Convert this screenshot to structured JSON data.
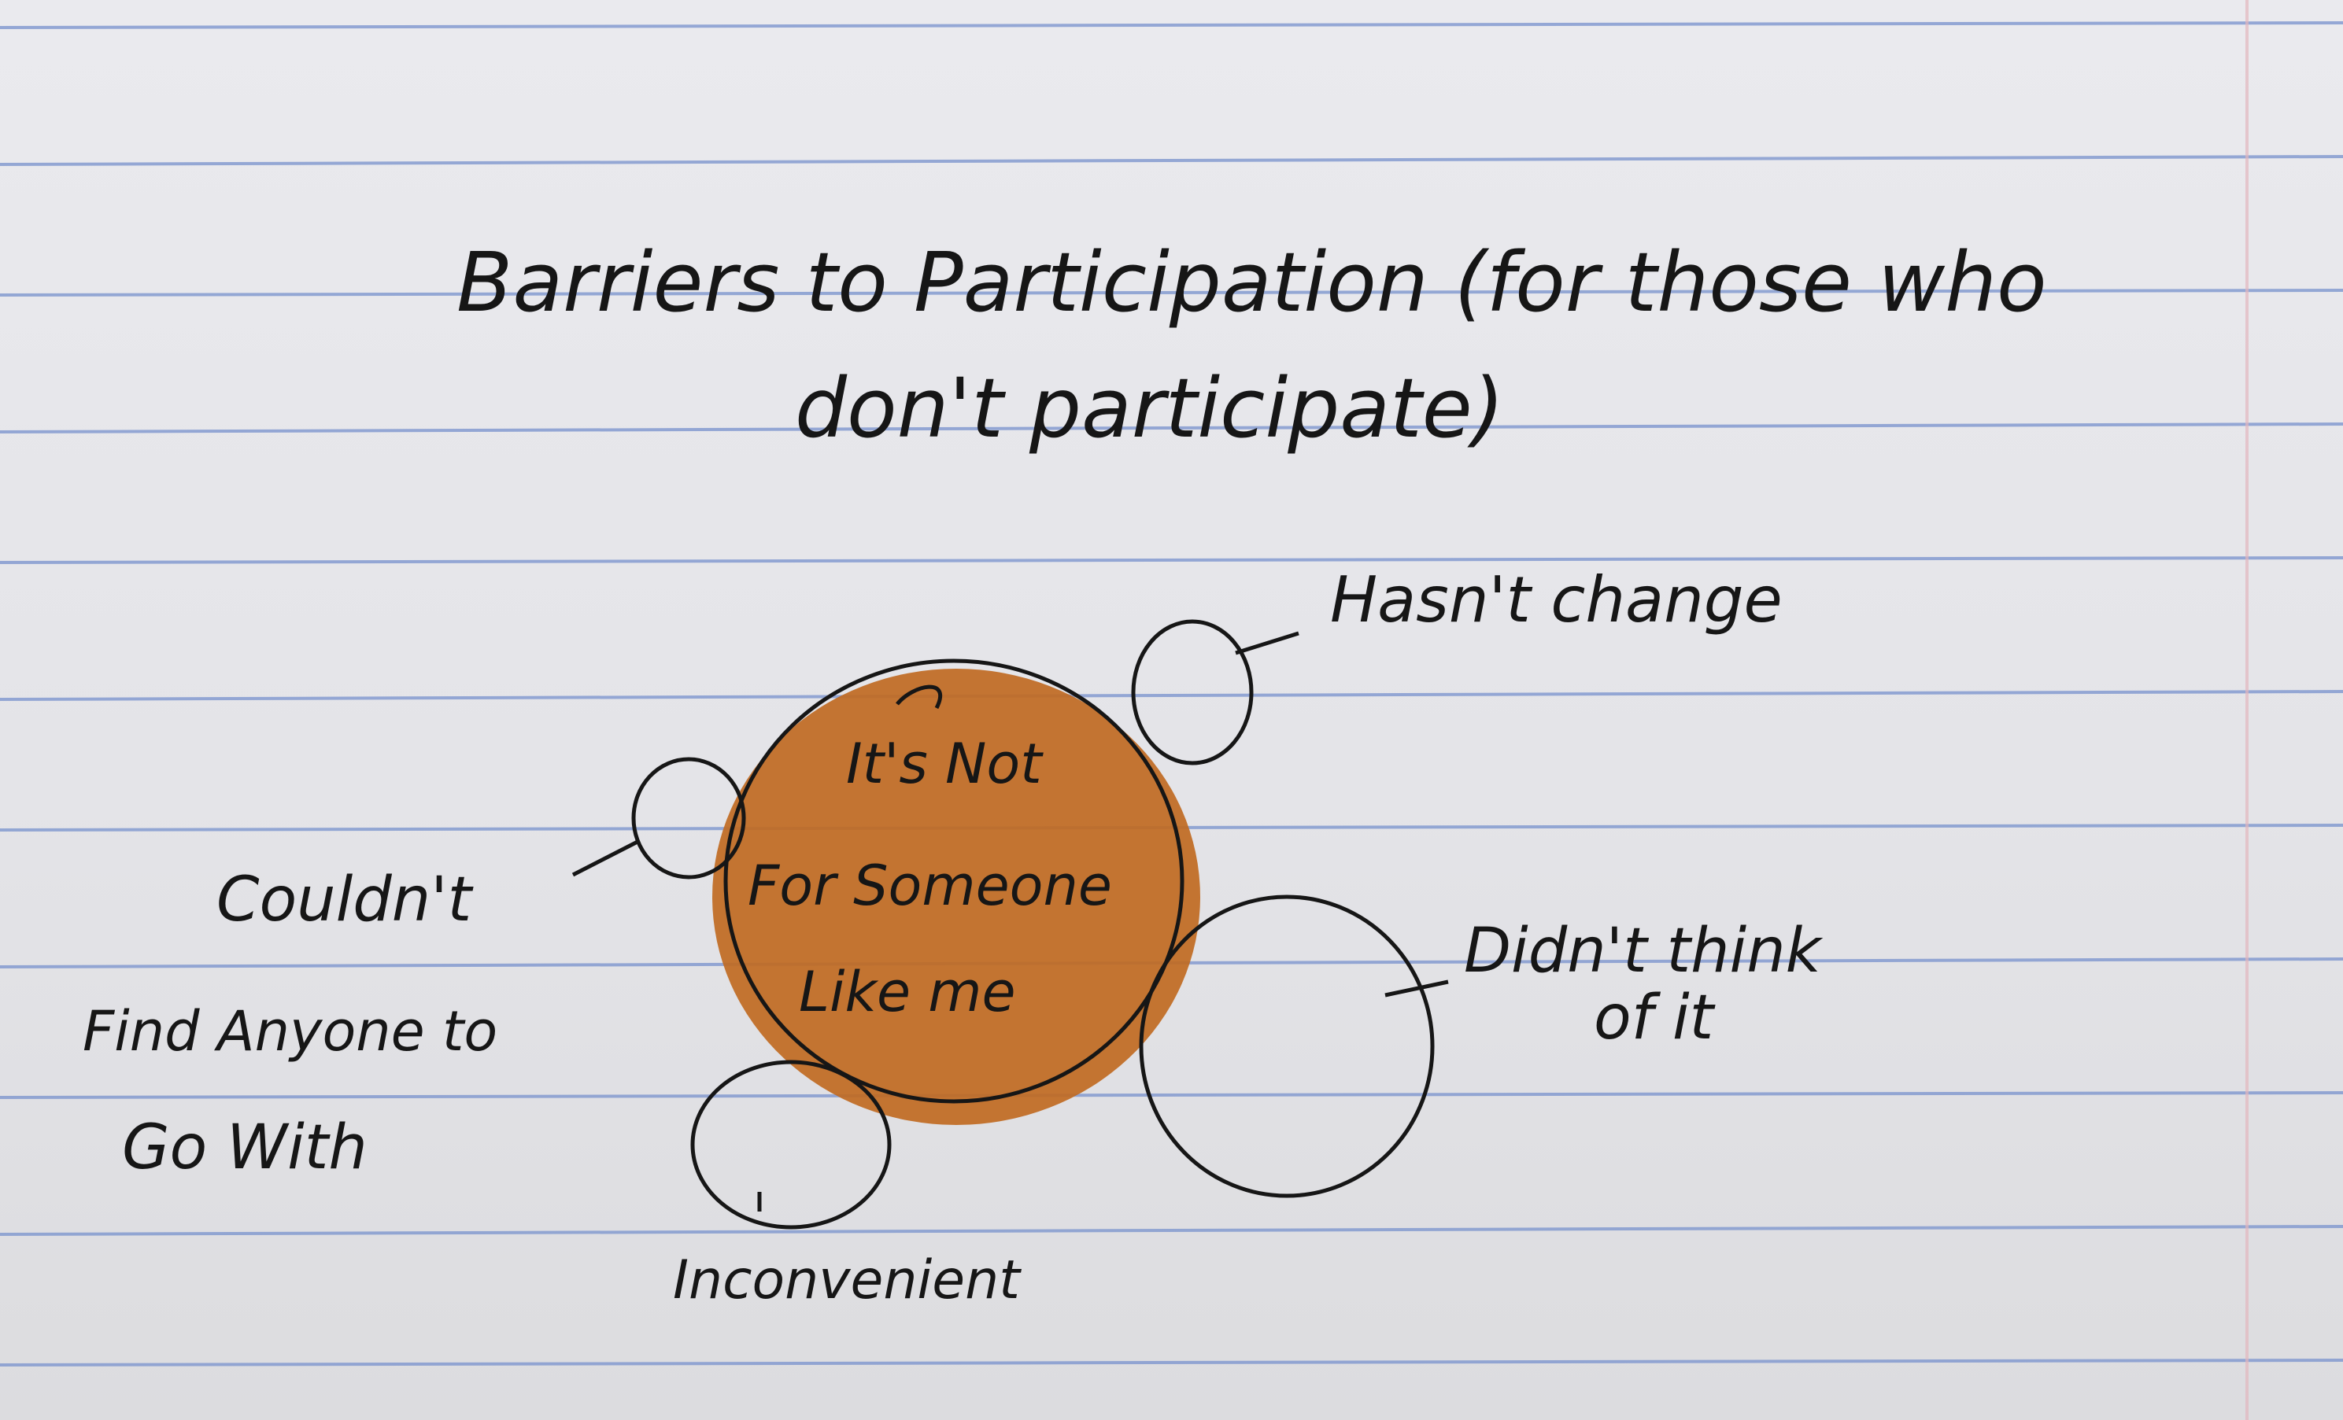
{
  "title": {
    "line1": "Barriers to Participation (for those who",
    "line2": "don't participate)"
  },
  "center_node": {
    "lines": [
      "It's Not",
      "For Someone",
      "Like me"
    ],
    "fill_color": "#c06a22"
  },
  "satellites": [
    {
      "id": "hasnt-change",
      "label_lines": [
        "Hasn't change"
      ]
    },
    {
      "id": "couldnt-find-anyone",
      "label_lines": [
        "Couldn't",
        "Find Anyone to",
        "Go With"
      ]
    },
    {
      "id": "didnt-think",
      "label_lines": [
        "Didn't think",
        "of it"
      ]
    },
    {
      "id": "inconvenient",
      "label_lines": [
        "Inconvenient"
      ]
    }
  ],
  "colors": {
    "paper": "#e6e6ea",
    "rule_line": "#7f97cf",
    "margin_line": "#e3b7bf",
    "ink": "#161616"
  }
}
